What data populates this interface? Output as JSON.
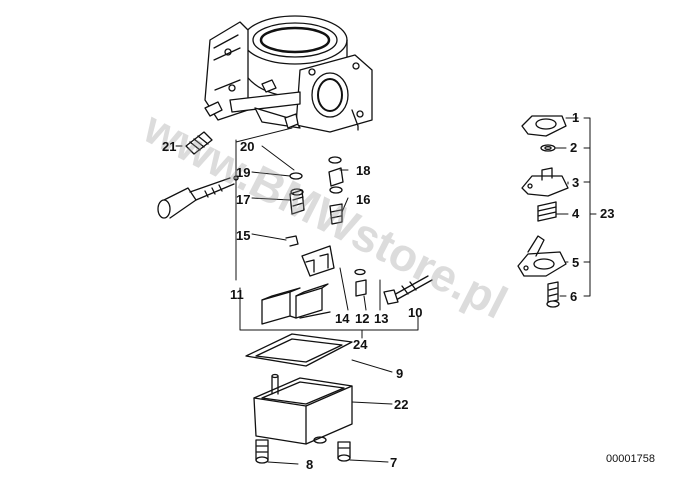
{
  "watermark": "www.BMWstore.pl",
  "diagram_code": "00001758",
  "colors": {
    "line": "#111111",
    "watermark": "#9a9a9a"
  },
  "callouts": {
    "c1": "1",
    "c2": "2",
    "c3": "3",
    "c4": "4",
    "c5": "5",
    "c6": "6",
    "c7": "7",
    "c8": "8",
    "c9": "9",
    "c10": "10",
    "c11": "11",
    "c12": "12",
    "c13": "13",
    "c14": "14",
    "c15": "15",
    "c16": "16",
    "c17": "17",
    "c18": "18",
    "c19": "19",
    "c20": "20",
    "c21": "21",
    "c22": "22",
    "c23": "23",
    "c24": "24"
  }
}
